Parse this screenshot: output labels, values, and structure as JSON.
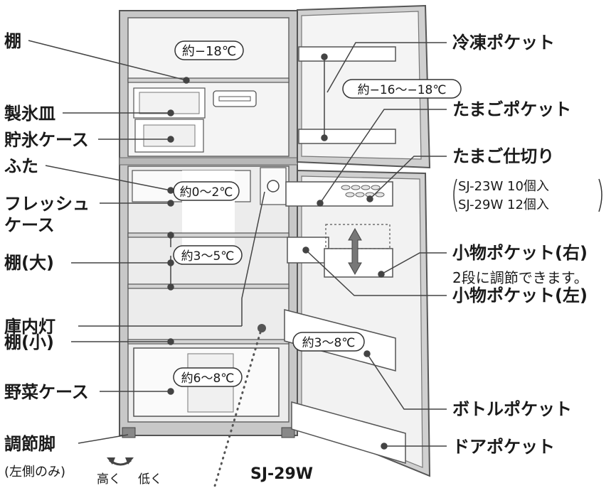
{
  "left_labels": [
    {
      "id": "shelf",
      "text": "棚"
    },
    {
      "id": "ice-tray",
      "text": "製氷皿"
    },
    {
      "id": "ice-case",
      "text": "貯氷ケース"
    },
    {
      "id": "lid",
      "text": "ふた"
    },
    {
      "id": "fresh-case-1",
      "text": "フレッシュ"
    },
    {
      "id": "fresh-case-2",
      "text": "ケース"
    },
    {
      "id": "shelf-large",
      "text": "棚(大)"
    },
    {
      "id": "interior-light",
      "text": "庫内灯"
    },
    {
      "id": "shelf-small",
      "text": "棚(小)"
    },
    {
      "id": "vegetable-case",
      "text": "野菜ケース"
    },
    {
      "id": "adjust-foot",
      "text": "調節脚"
    }
  ],
  "right_labels": [
    {
      "id": "freezer-pocket",
      "text": "冷凍ポケット"
    },
    {
      "id": "egg-pocket",
      "text": "たまごポケット"
    },
    {
      "id": "egg-divider",
      "text": "たまご仕切り"
    },
    {
      "id": "small-pocket-right",
      "text": "小物ポケット(右)"
    },
    {
      "id": "small-pocket-left",
      "text": "小物ポケット(左)"
    },
    {
      "id": "bottle-pocket",
      "text": "ボトルポケット"
    },
    {
      "id": "door-pocket",
      "text": "ドアポケット"
    }
  ],
  "notes": {
    "egg_capacity_1": "SJ-23W 10個入",
    "egg_capacity_2": "SJ-29W 12個入",
    "adjust_two_levels": "2段に調節できます。",
    "left_side_only": "(左側のみ)",
    "higher": "高く",
    "lower": "低く",
    "model": "SJ-29W"
  },
  "temperatures": {
    "freezer": "約−18℃",
    "freezer_door": "約−16〜−18℃",
    "chilled": "約0〜2℃",
    "fridge": "約3〜5℃",
    "fridge_door": "約3〜8℃",
    "vegetable": "約6〜8℃"
  },
  "colors": {
    "cabinet": "#c8c8c8",
    "interior": "#f2f2f2",
    "outline": "#333333",
    "leader": "#444444"
  }
}
